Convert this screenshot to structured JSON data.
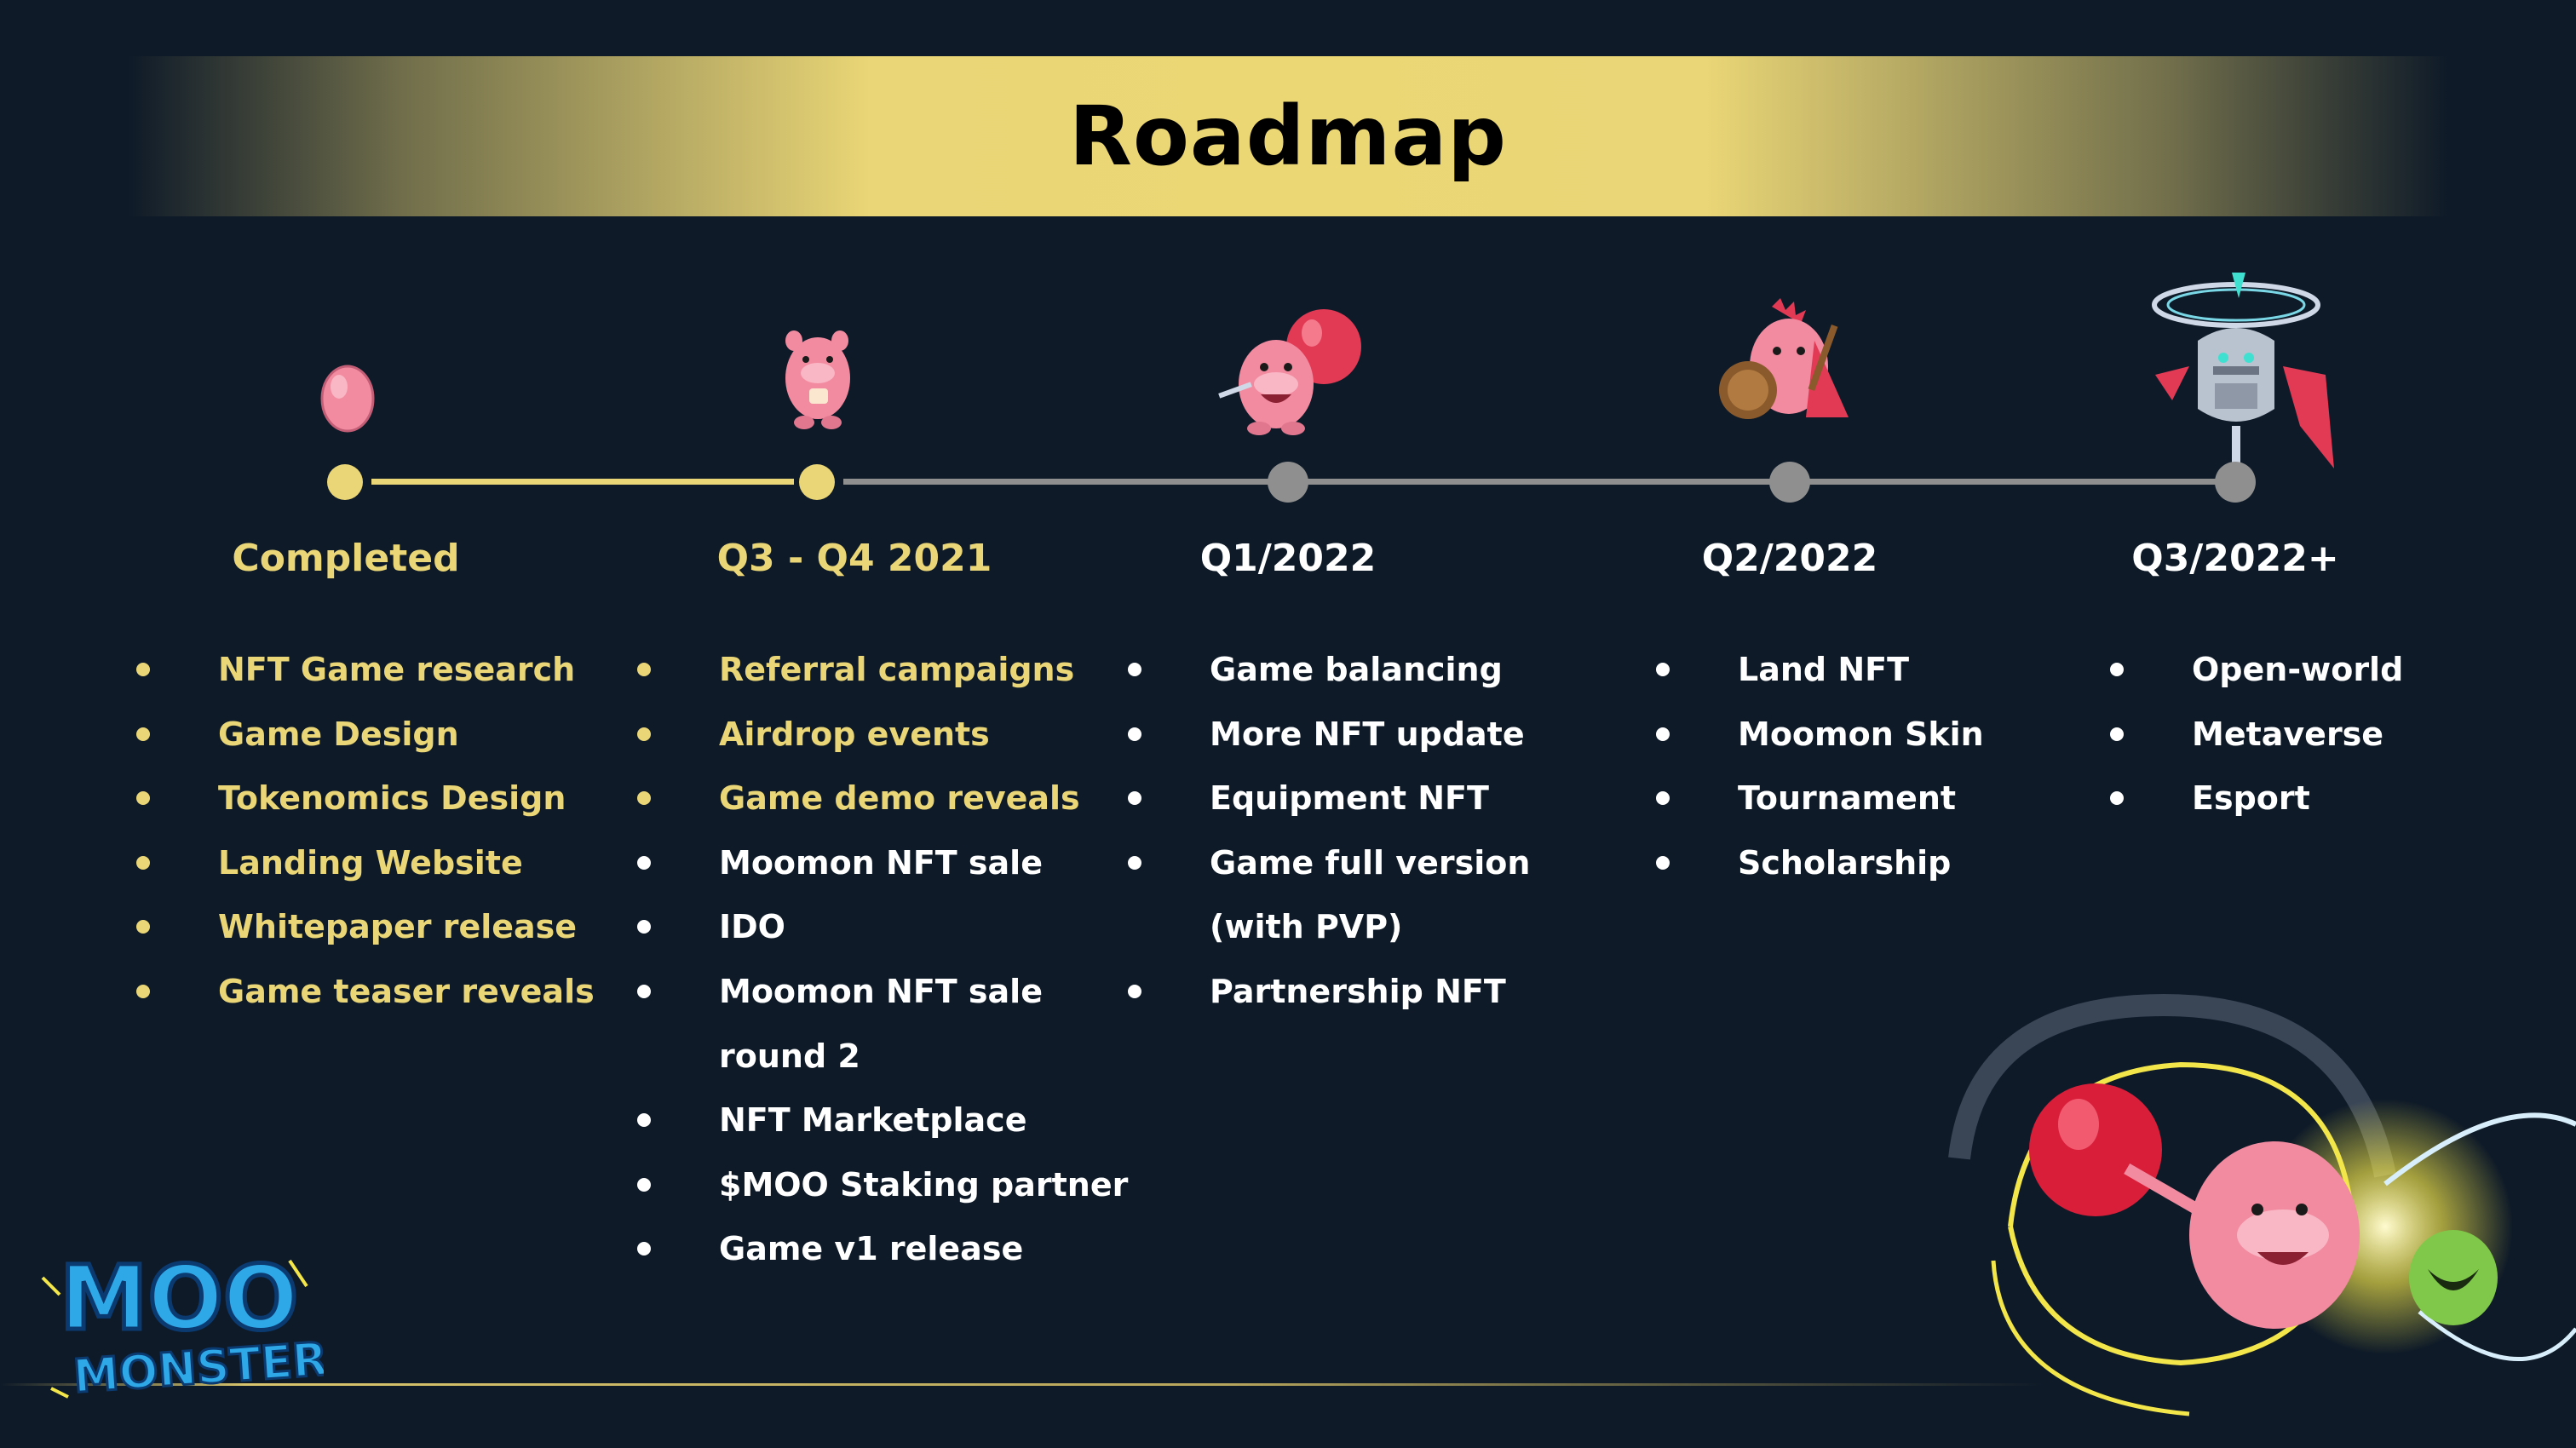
{
  "title": "Roadmap",
  "phases": [
    {
      "label": "Completed",
      "status": "done",
      "items": [
        "NFT Game research",
        "Game Design",
        "Tokenomics  Design",
        "Landing Website",
        "Whitepaper release",
        "Game teaser reveals"
      ]
    },
    {
      "label": "Q3 - Q4 2021",
      "status": "current",
      "items_done": [
        "Referral campaigns",
        "Airdrop events",
        "Game demo reveals"
      ],
      "items": [
        "Moomon NFT sale",
        "IDO",
        "Moomon NFT sale",
        "round 2",
        "NFT Marketplace",
        "$MOO Staking partner",
        "Game v1 release"
      ]
    },
    {
      "label": "Q1/2022",
      "status": "upcoming",
      "items": [
        "Game balancing",
        "More NFT update",
        "Equipment NFT",
        "Game full version",
        "(with PVP)",
        "Partnership NFT"
      ]
    },
    {
      "label": "Q2/2022",
      "status": "upcoming",
      "items": [
        "Land NFT",
        "Moomon Skin",
        "Tournament",
        "Scholarship"
      ]
    },
    {
      "label": "Q3/2022+",
      "status": "upcoming",
      "items": [
        "Open-world",
        "Metaverse",
        "Esport"
      ]
    }
  ],
  "logo": {
    "line1": "MOO",
    "line2": "MONSTER"
  },
  "colors": {
    "background": "#0e1a28",
    "accent": "#ead676",
    "inactive": "#8f8f8f",
    "text": "#ffffff",
    "character_pink": "#f28aa0"
  },
  "icons": [
    "egg-icon",
    "baby-moomon-icon",
    "moomon-balloon-icon",
    "moomon-warrior-icon",
    "robot-knight-icon"
  ]
}
